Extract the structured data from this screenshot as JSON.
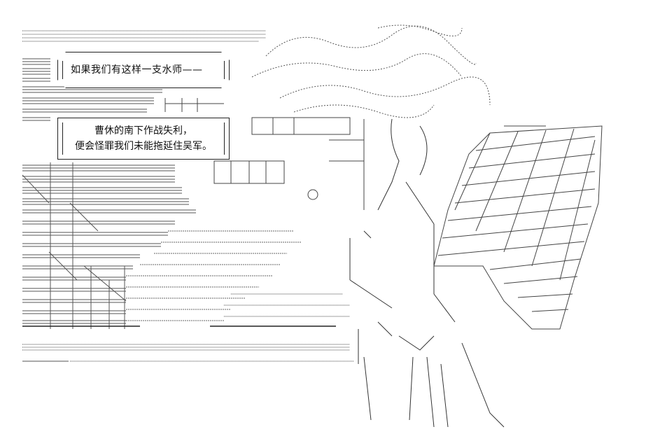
{
  "speech": {
    "line1": "如果我们有这样一支水师——",
    "line2a": "曹休的南下作战失利，",
    "line2b": "便会怪罪我们未能拖延住吴军。"
  }
}
